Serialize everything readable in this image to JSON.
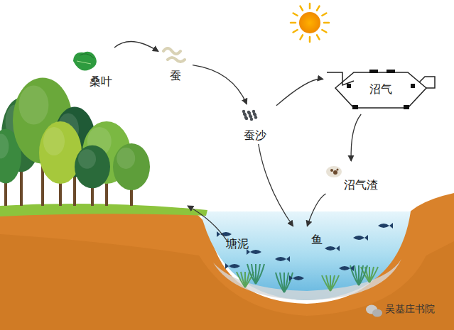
{
  "diagram": {
    "nodes": [
      {
        "text": [
          "桑叶"
        ]
      },
      {
        "text": [
          "蚕"
        ]
      },
      {
        "text": [
          "蚕沙"
        ]
      },
      {
        "text": [
          "沼气"
        ]
      },
      {
        "text": [
          "沼气渣"
        ]
      },
      {
        "text": [
          "鱼"
        ]
      },
      {
        "text": [
          "塘泥"
        ]
      }
    ],
    "edges": [
      {
        "from": 0,
        "to": 1,
        "arrow": "to"
      },
      {
        "from": 1,
        "to": 2,
        "arrow": "to"
      },
      {
        "from": 2,
        "to": 3,
        "arrow": "to"
      },
      {
        "from": 3,
        "to": 4,
        "arrow": "to"
      },
      {
        "from": 2,
        "to": 5,
        "arrow": "to"
      },
      {
        "from": 4,
        "to": 5,
        "arrow": "to"
      }
    ],
    "labels": [
      "吴基庄书院"
    ]
  }
}
